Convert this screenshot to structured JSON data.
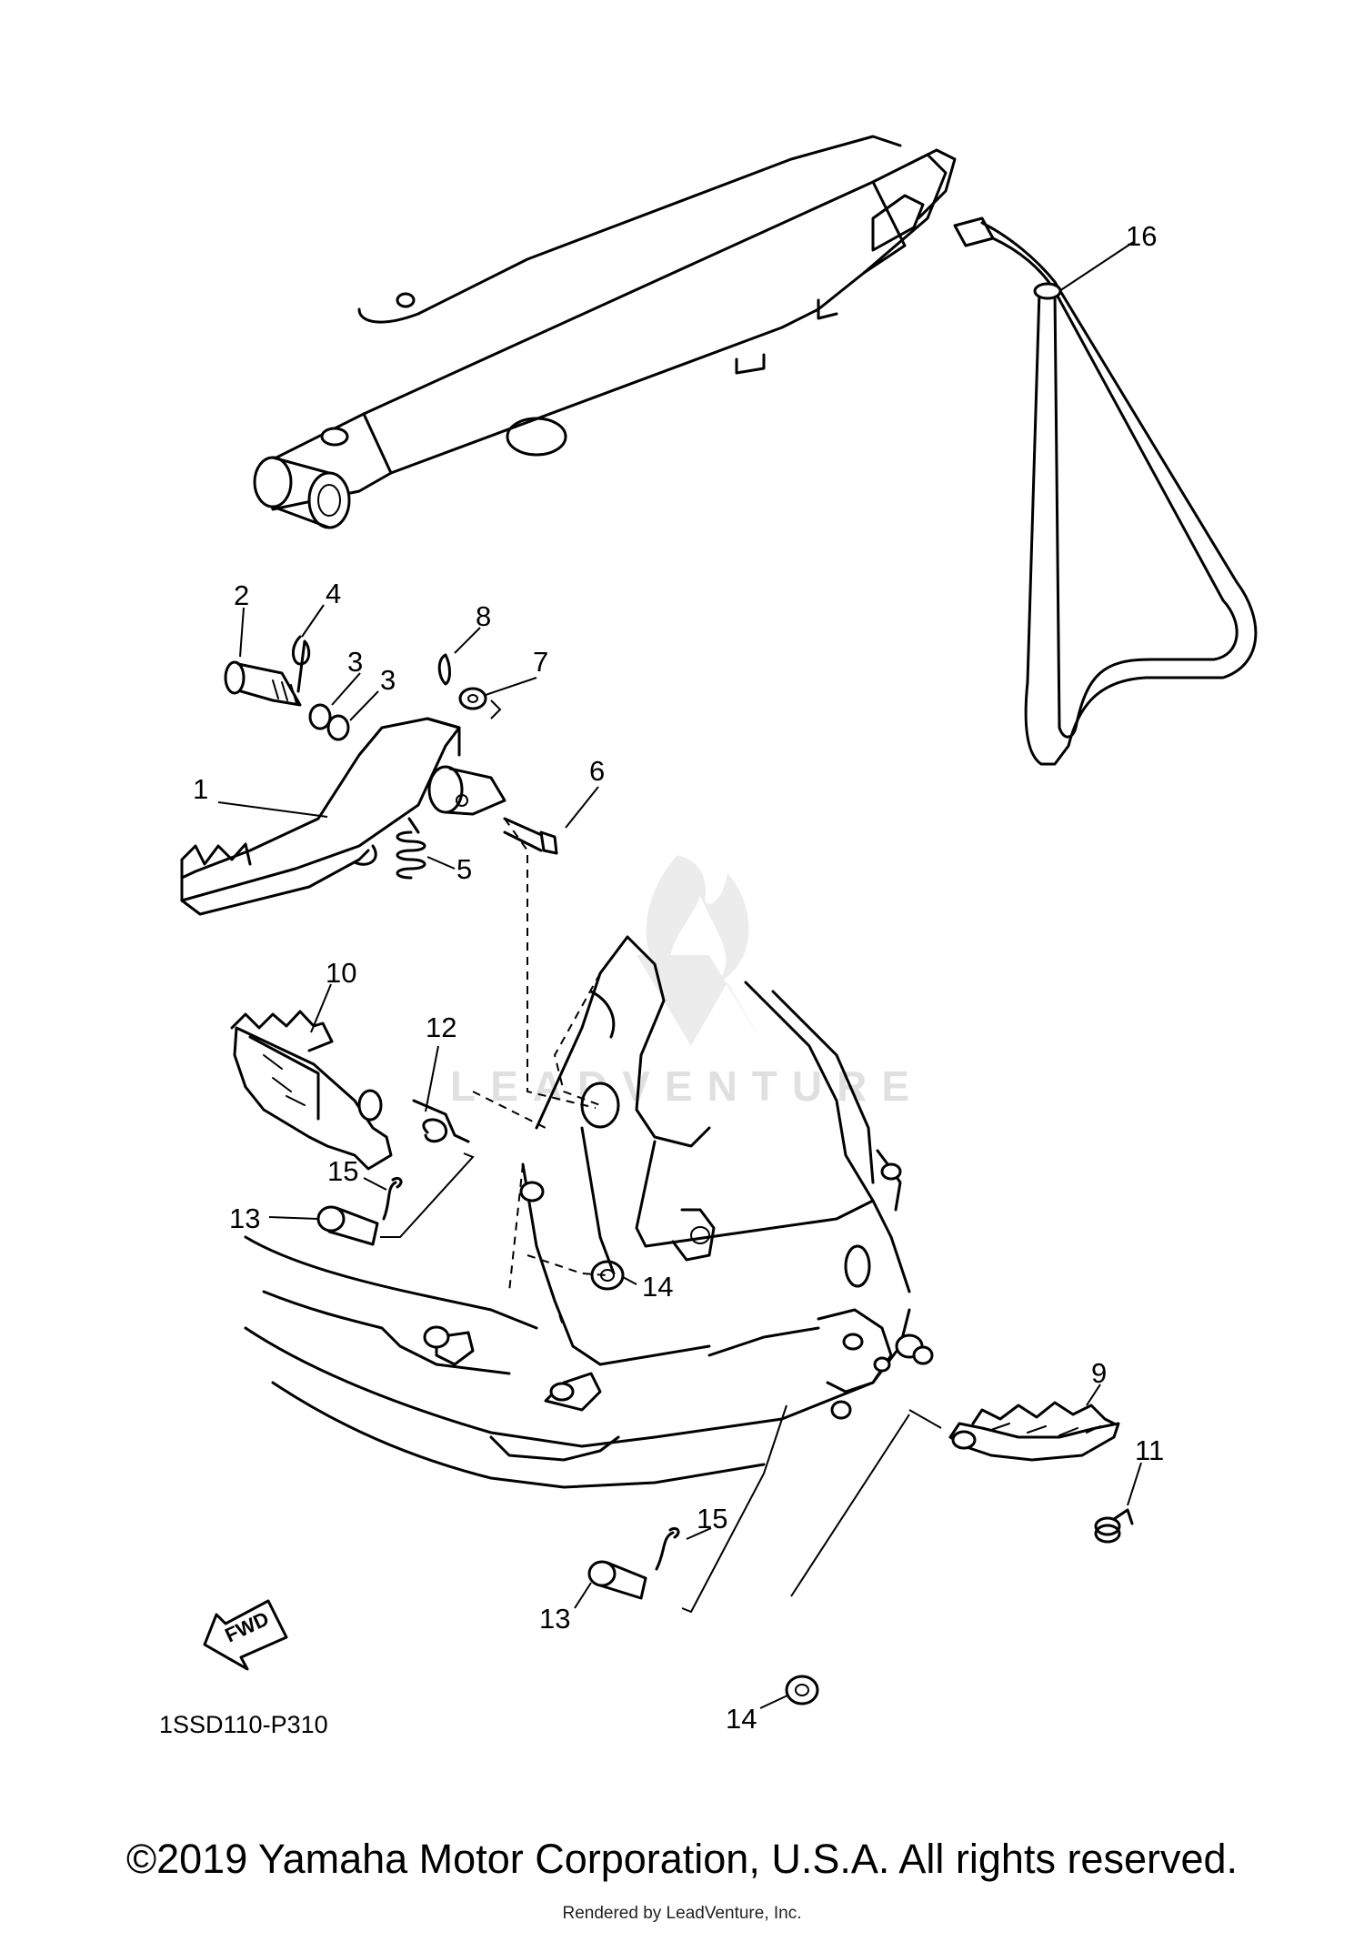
{
  "diagram": {
    "part_numbers": [
      "1",
      "2",
      "3",
      "3",
      "4",
      "5",
      "6",
      "7",
      "8",
      "9",
      "10",
      "11",
      "12",
      "13",
      "13",
      "14",
      "14",
      "15",
      "15",
      "16"
    ],
    "fwd_label": "FWD",
    "figure_code": "1SSD110-P310",
    "watermark_text": "LEADVENTURE"
  },
  "footer": {
    "copyright": "©2019 Yamaha Motor Corporation, U.S.A. All rights reserved.",
    "rendered_by": "Rendered by LeadVenture, Inc."
  }
}
